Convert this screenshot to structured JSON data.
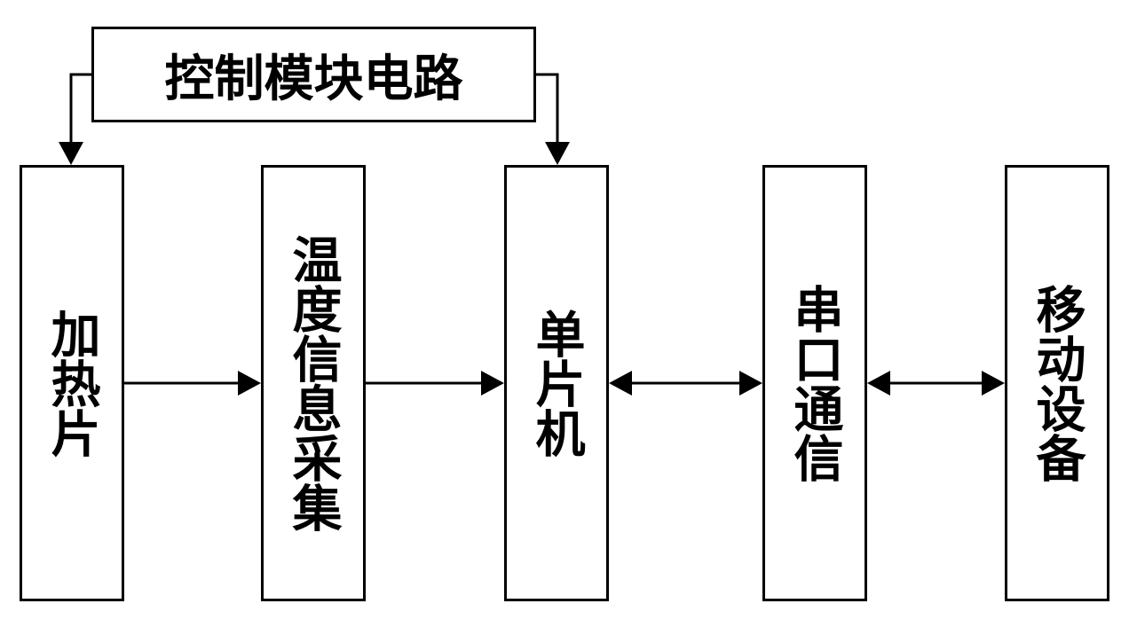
{
  "diagram": {
    "control_module": "控制模块电路",
    "blocks": [
      {
        "id": "heater",
        "label": "加热片"
      },
      {
        "id": "temp",
        "label": "温度信息采集"
      },
      {
        "id": "mcu",
        "label": "单片机"
      },
      {
        "id": "serial",
        "label": "串口通信"
      },
      {
        "id": "mobile",
        "label": "移动设备"
      }
    ],
    "connections": [
      {
        "from": "control_module",
        "to": "heater",
        "direction": "one-way"
      },
      {
        "from": "control_module",
        "to": "mcu",
        "direction": "one-way"
      },
      {
        "from": "heater",
        "to": "temp",
        "direction": "one-way"
      },
      {
        "from": "temp",
        "to": "mcu",
        "direction": "one-way"
      },
      {
        "from": "mcu",
        "to": "serial",
        "direction": "two-way"
      },
      {
        "from": "serial",
        "to": "mobile",
        "direction": "two-way"
      }
    ]
  }
}
